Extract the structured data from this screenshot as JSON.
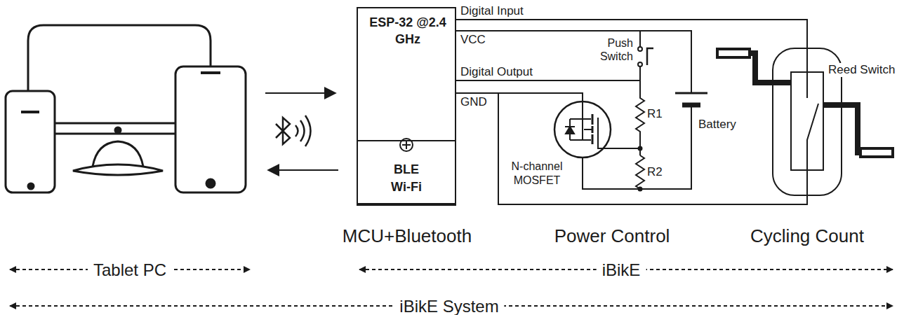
{
  "diagram": {
    "nodes": [
      {
        "text": [
          "ESP-32 @2.4 GHz"
        ]
      },
      {
        "text": [
          "BLE Wi-Fi"
        ],
        "in": 0
      },
      {
        "text": [
          "Reed Switch"
        ]
      }
    ],
    "edges": [
      {
        "from": 0,
        "to": 2,
        "arrow": "none",
        "label": "Digital Input"
      }
    ],
    "labels": [
      "VCC",
      "Digital Output",
      "GND",
      "Push Switch",
      "R1",
      "R2",
      "N-channel MOSFET",
      "Battery",
      "MCU+Bluetooth",
      "Power Control",
      "Cycling Count",
      "Tablet PC",
      "iBikE",
      "iBikE System"
    ]
  }
}
